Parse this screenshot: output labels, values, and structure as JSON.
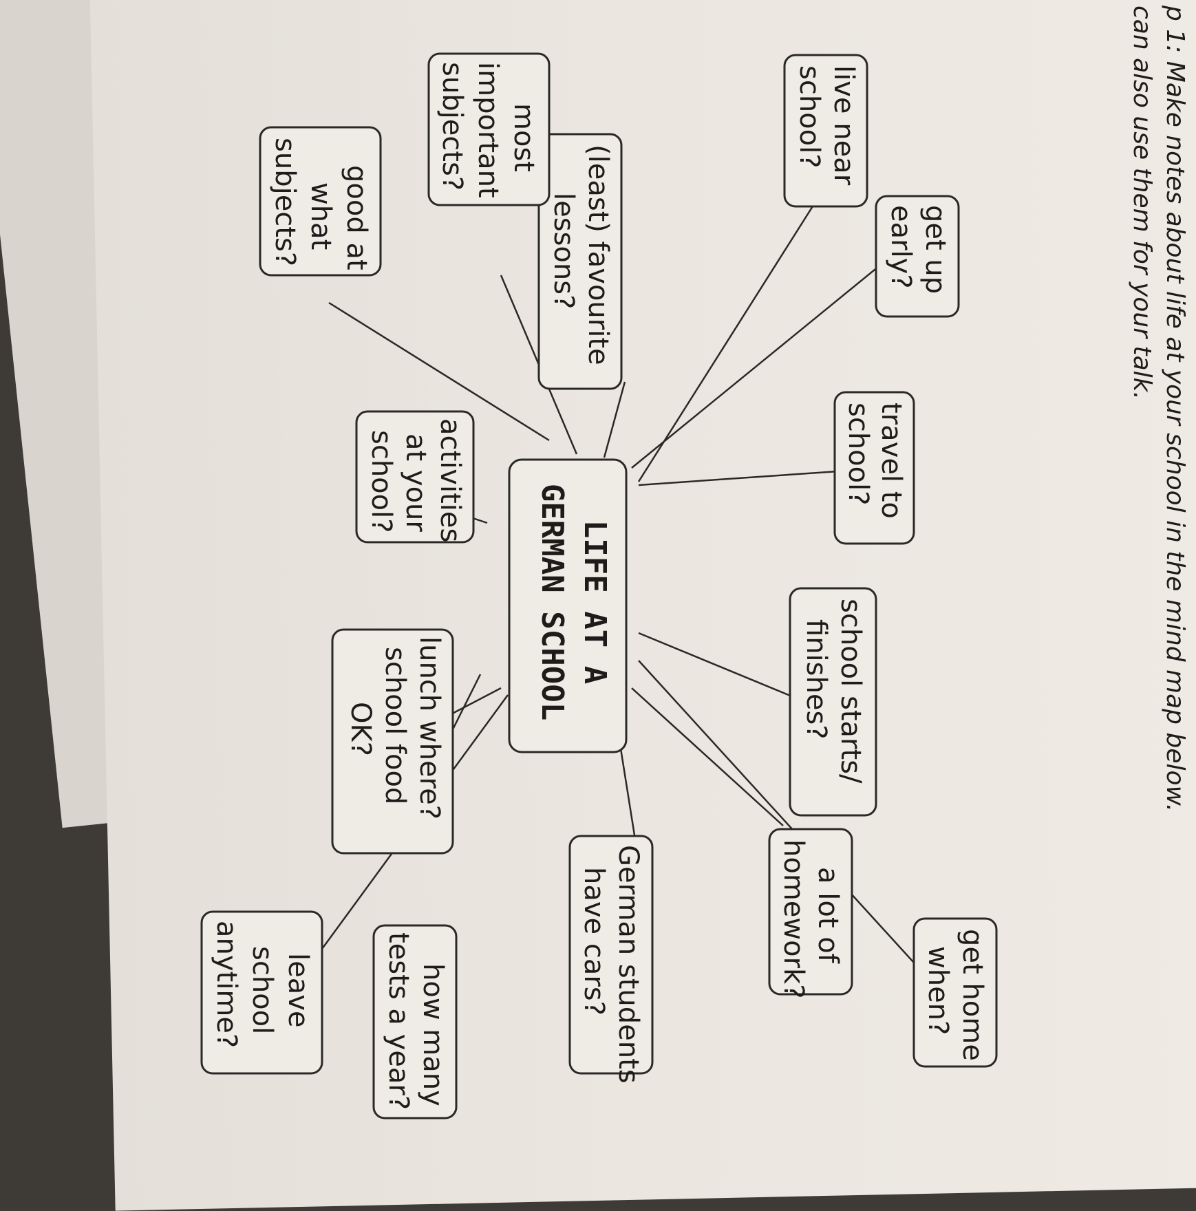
{
  "instructions": {
    "line1": "p 1: Make notes about life at your school in the mind map below.",
    "line2": "can also use them for your talk."
  },
  "center": {
    "line1": "LIFE AT A",
    "line2": "GERMAN SCHOOL"
  },
  "nodes": [
    {
      "id": "live-near",
      "lines": [
        "live near",
        "school?"
      ]
    },
    {
      "id": "get-up",
      "lines": [
        "get up",
        "early?"
      ]
    },
    {
      "id": "travel",
      "lines": [
        "travel to",
        "school?"
      ]
    },
    {
      "id": "starts",
      "lines": [
        "school starts/",
        "finishes?"
      ]
    },
    {
      "id": "get-home",
      "lines": [
        "get home",
        "when?"
      ]
    },
    {
      "id": "favourite",
      "lines": [
        "(least) favourite",
        "lessons?"
      ]
    },
    {
      "id": "homework",
      "lines": [
        "a lot of",
        "homework?"
      ]
    },
    {
      "id": "cars",
      "lines": [
        "German students",
        "have cars?"
      ]
    },
    {
      "id": "important",
      "lines": [
        "most",
        "important",
        "subjects?"
      ]
    },
    {
      "id": "activities",
      "lines": [
        "activities",
        "at your",
        "school?"
      ]
    },
    {
      "id": "lunch",
      "lines": [
        "lunch where?",
        "school food",
        "OK?"
      ]
    },
    {
      "id": "tests",
      "lines": [
        "how many",
        "tests a year?"
      ]
    },
    {
      "id": "good-at",
      "lines": [
        "good at",
        "what",
        "subjects?"
      ]
    },
    {
      "id": "leave",
      "lines": [
        "leave",
        "school",
        "anytime?"
      ]
    }
  ]
}
